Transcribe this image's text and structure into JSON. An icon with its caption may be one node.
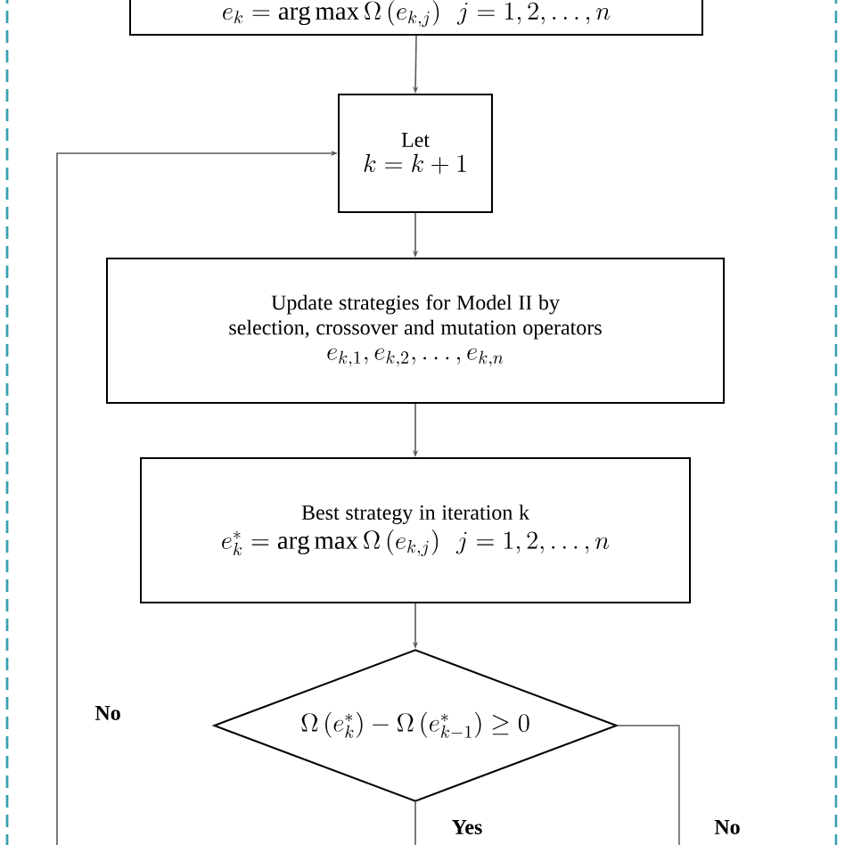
{
  "diagram": {
    "nodes": [
      {
        "text": [
          "e_k = \\arg\\max \\Omega\\left(e_{k,j}\\right)\\ \\ j = 1, 2, \\ldots, n"
        ]
      },
      {
        "text": [
          "Let",
          "k = k + 1"
        ]
      },
      {
        "text": [
          "Update strategies for Model II by selection, crossover and mutation operators",
          "e_{k,1}, e_{k,2}, \\ldots, e_{k,n}"
        ]
      },
      {
        "text": [
          "Best strategy in iteration k",
          "e_k^{*} = \\arg\\max \\Omega\\left(e_{k,j}\\right)\\ \\ j = 1, 2, \\ldots, n"
        ]
      },
      {
        "text": [
          "\\Omega\\left(e_k^{*}\\right) - \\Omega\\left(e_{k-1}^{*}\\right) \\geq 0"
        ]
      }
    ],
    "edges": [
      {
        "from": 0,
        "to": 1,
        "arrow": "to"
      },
      {
        "from": 1,
        "to": 2,
        "arrow": "to"
      },
      {
        "from": 2,
        "to": 3,
        "arrow": "to"
      },
      {
        "from": 3,
        "to": 4,
        "arrow": "to"
      },
      {
        "from": null,
        "to": 1,
        "arrow": "to",
        "label": "No"
      },
      {
        "from": 4,
        "to": null,
        "arrow": "none",
        "label": "Yes"
      },
      {
        "from": 4,
        "to": null,
        "arrow": "none",
        "label": "No"
      }
    ]
  }
}
